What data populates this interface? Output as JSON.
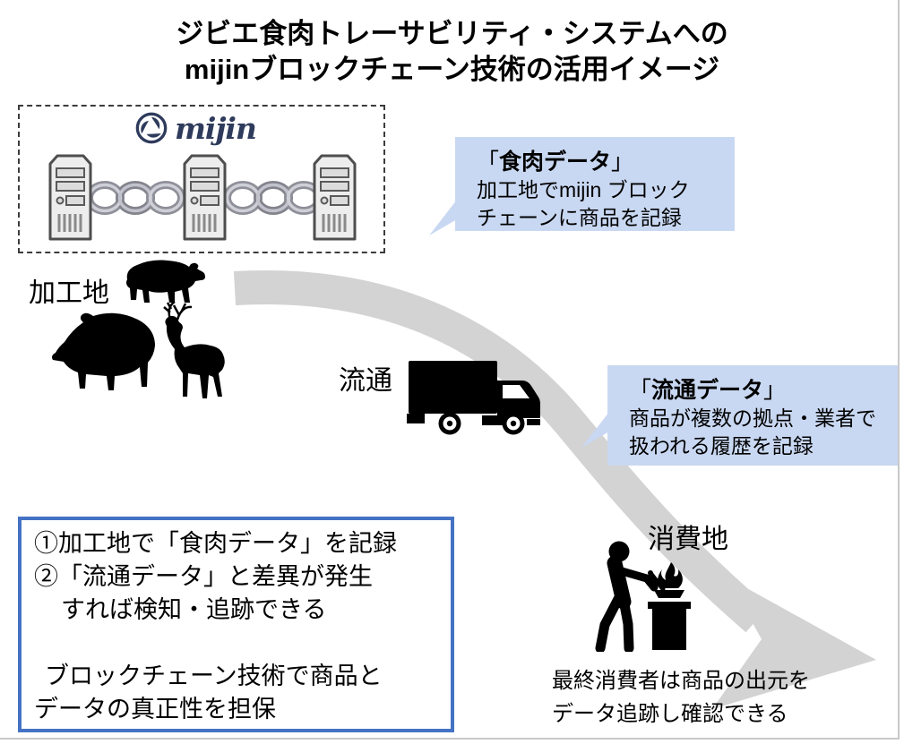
{
  "title": {
    "line1": "ジビエ食肉トレーサビリティ・システムへの",
    "line2": "mijinブロックチェーン技術の活用イメージ"
  },
  "blockchain_box": {
    "logo_text": "mijin"
  },
  "stages": {
    "processing": "加工地",
    "distribution": "流通",
    "consumption": "消費地"
  },
  "callout_meat": {
    "bracket_open": "「",
    "name": "食肉データ",
    "bracket_close": "」",
    "line1": "加工地でmijin ブロック",
    "line2": "チェーンに商品を記録"
  },
  "callout_dist": {
    "bracket_open": "「",
    "name": "流通データ",
    "bracket_close": "」",
    "line1": "商品が複数の拠点・業者で",
    "line2": "扱われる履歴を記録"
  },
  "summary": {
    "line1": "①加工地で「食肉データ」を記録",
    "line2": "②「流通データ」と差異が発生",
    "line3": "すれば検知・追跡できる",
    "line4": "ブロックチェーン技術で商品と",
    "line5": "データの真正性を担保"
  },
  "consumer_note": {
    "line1": "最終消費者は商品の出元を",
    "line2": "データ追跡し確認できる"
  },
  "icons": {
    "mijin_logo": "pinwheel-shutter-icon",
    "server": "server-tower-icon",
    "chain": "chain-links-icon",
    "bear": "bear-silhouette",
    "boar": "boar-silhouette",
    "deer": "deer-silhouette",
    "truck": "box-truck-silhouette",
    "cook": "person-cooking-silhouette",
    "flow_arrow": "curved-swoosh-arrow"
  },
  "colors": {
    "callout_bg": "#c9d8f2",
    "summary_border": "#4472c4",
    "arrow": "#d3d3d3",
    "logo_navy": "#2f3b5c",
    "silhouette": "#000000"
  }
}
